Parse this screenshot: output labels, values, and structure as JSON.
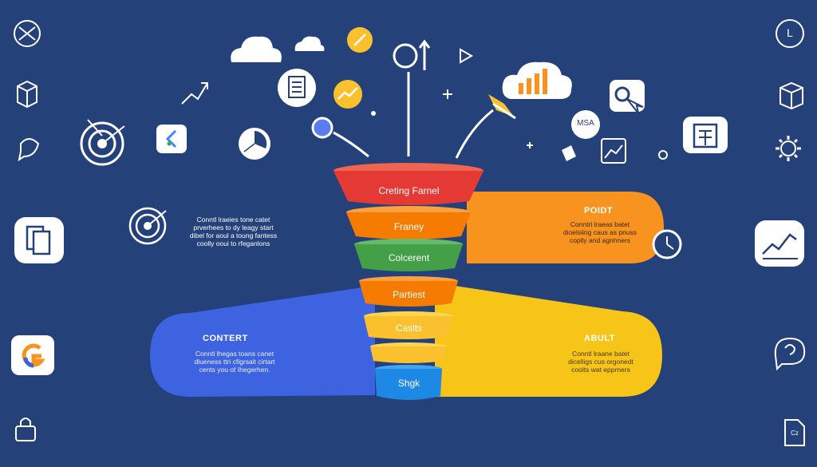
{
  "funnel": {
    "stages": [
      {
        "label": "Creting Farnel",
        "color": "#e53935"
      },
      {
        "label": "Franey",
        "color": "#f57c00"
      },
      {
        "label": "Colcerent",
        "color": "#43a047"
      },
      {
        "label": "Partiest",
        "color": "#f57c00"
      },
      {
        "label": "Caslts",
        "color": "#fbc02d"
      },
      {
        "label": "",
        "color": "#fbc02d"
      },
      {
        "label": "Shgk",
        "color": "#1e88e5"
      }
    ]
  },
  "left_note": {
    "lines": [
      "Conntl lraeies tone catet",
      "prverhees to dy leagy start",
      "dibel for aoul a toung fantess",
      "coolly ooui to rfeganlons"
    ]
  },
  "point_panel": {
    "title": "POIDT",
    "lines": [
      "Conntrl lraeas batet",
      "dioelsiing caus as pnuss",
      "coplly and agnhners"
    ]
  },
  "content_panel": {
    "title": "CONTERT",
    "lines": [
      "Conntl lhegas toans canet",
      "dlueness ttri cfigrsait cirtart",
      "cents you of Ihegerhen."
    ]
  },
  "abult_panel": {
    "title": "ABULT",
    "lines": [
      "Conntl lraane batet",
      "dicelligs cus orgonedt",
      "coolts wat epprners"
    ]
  },
  "icons": {
    "msa_badge": "MSA",
    "cz_file": "Cz",
    "clock_letter": "L"
  },
  "colors": {
    "background": "#24417a",
    "blue_panel": "#3d63e0",
    "orange_panel": "#f7931e",
    "yellow_panel": "#f7c418"
  }
}
